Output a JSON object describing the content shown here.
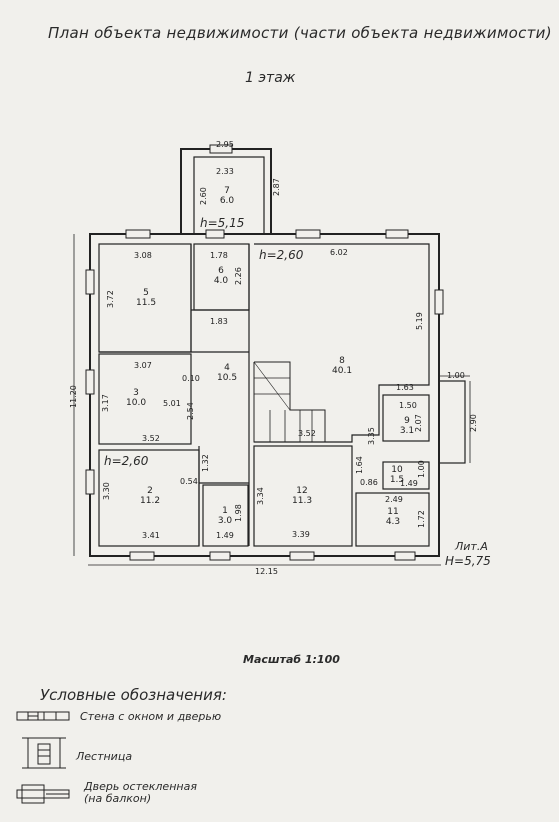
{
  "header": {
    "title": "План объекта недвижимости (части объекта недвижимости)",
    "floor": "1 этаж"
  },
  "plan": {
    "heights": {
      "porch": "h=5,15",
      "main_hall": "h=2,60",
      "room2": "h=2,60",
      "building": "H=5,75",
      "lit": "Лит.А"
    },
    "rooms": [
      {
        "no": "7",
        "area": "6.0"
      },
      {
        "no": "6",
        "area": "4.0"
      },
      {
        "no": "5",
        "area": "11.5"
      },
      {
        "no": "4",
        "area": "10.5"
      },
      {
        "no": "3",
        "area": "10.0"
      },
      {
        "no": "2",
        "area": "11.2"
      },
      {
        "no": "1",
        "area": "3.0"
      },
      {
        "no": "8",
        "area": "40.1"
      },
      {
        "no": "9",
        "area": "3.1"
      },
      {
        "no": "10",
        "area": "1.5"
      },
      {
        "no": "11",
        "area": "4.3"
      },
      {
        "no": "12",
        "area": "11.3"
      }
    ],
    "dims": {
      "d295": "2.95",
      "d233": "2.33",
      "d260": "2.60",
      "d287": "2.87",
      "d308": "3.08",
      "d178": "1.78",
      "d226": "2.26",
      "d602": "6.02",
      "d372": "3.72",
      "d183": "1.83",
      "d519": "5.19",
      "d307": "3.07",
      "d010": "0.10",
      "d1120": "11.20",
      "d317": "3.17",
      "d501": "5.01",
      "d254": "2.54",
      "d163": "1.63",
      "d100": "1.00",
      "d150": "1.50",
      "d207": "2.07",
      "d290": "2.90",
      "d335": "3.35",
      "d352a": "3.52",
      "d352b": "3.52",
      "d132": "1.32",
      "d164": "1.64",
      "d054": "0.54",
      "d086": "0.86",
      "d149a": "1.49",
      "d100b": "1.00",
      "d330": "3.30",
      "d334": "3.34",
      "d198": "1.98",
      "d249": "2.49",
      "d172": "1.72",
      "d341": "3.41",
      "d149b": "1.49",
      "d339": "3.39",
      "d1215": "12.15"
    }
  },
  "scale": "Масштаб 1:100",
  "legend": {
    "title": "Условные обозначения:",
    "items": [
      {
        "label": "Стена с окном и дверью"
      },
      {
        "label": "Лестница"
      },
      {
        "label": "Дверь остекленная",
        "sub": "(на балкон)"
      }
    ]
  }
}
